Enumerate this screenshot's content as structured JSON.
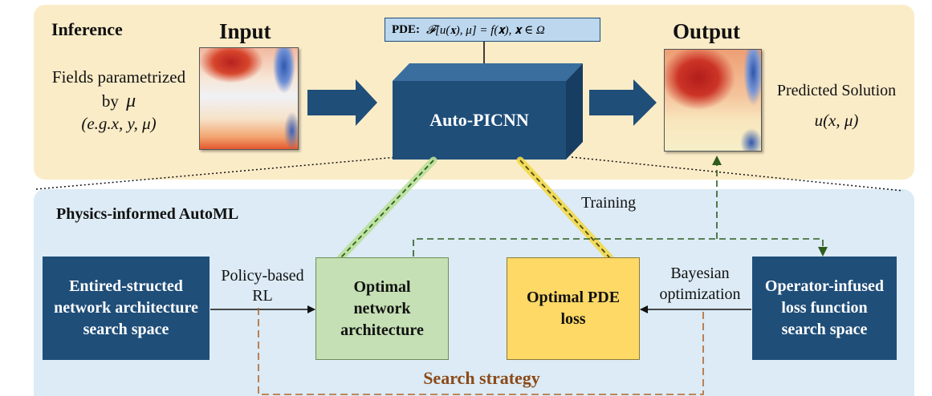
{
  "inference": {
    "title": "Inference",
    "input_label": "Input",
    "output_label": "Output",
    "fields_line1": "Fields parametrized",
    "fields_line2": "by",
    "fields_mu": "μ",
    "fields_line3": "(e.g.x, y, μ)",
    "pde_label": "PDE:",
    "pde_equation": "𝓕[u(𝐱), μ] = f(𝐱),   𝐱 ∈ Ω",
    "model_name": "Auto-PICNN",
    "predicted_line1": "Predicted Solution",
    "predicted_line2": "u(x, μ)"
  },
  "automl": {
    "title": "Physics-informed AutoML",
    "training_label": "Training",
    "search_strategy_label": "Search strategy",
    "rl_label_line1": "Policy-based",
    "rl_label_line2": "RL",
    "bayes_label_line1": "Bayesian",
    "bayes_label_line2": "optimization",
    "arch_space": [
      "Entired-structed",
      "network architecture",
      "search space"
    ],
    "optimal_arch": [
      "Optimal",
      "network",
      "architecture"
    ],
    "optimal_loss": [
      "Optimal PDE",
      "loss"
    ],
    "loss_space": [
      "Operator-infused",
      "loss function",
      "search space"
    ]
  },
  "colors": {
    "navy": "#1f4e79",
    "green_box": "#c5e0b4",
    "yellow_box": "#ffd966",
    "green_dash": "#2e5c1e",
    "orange_dash": "#b5652a",
    "inference_bg": "#fbecc8",
    "automl_bg": "#dcebf5"
  }
}
